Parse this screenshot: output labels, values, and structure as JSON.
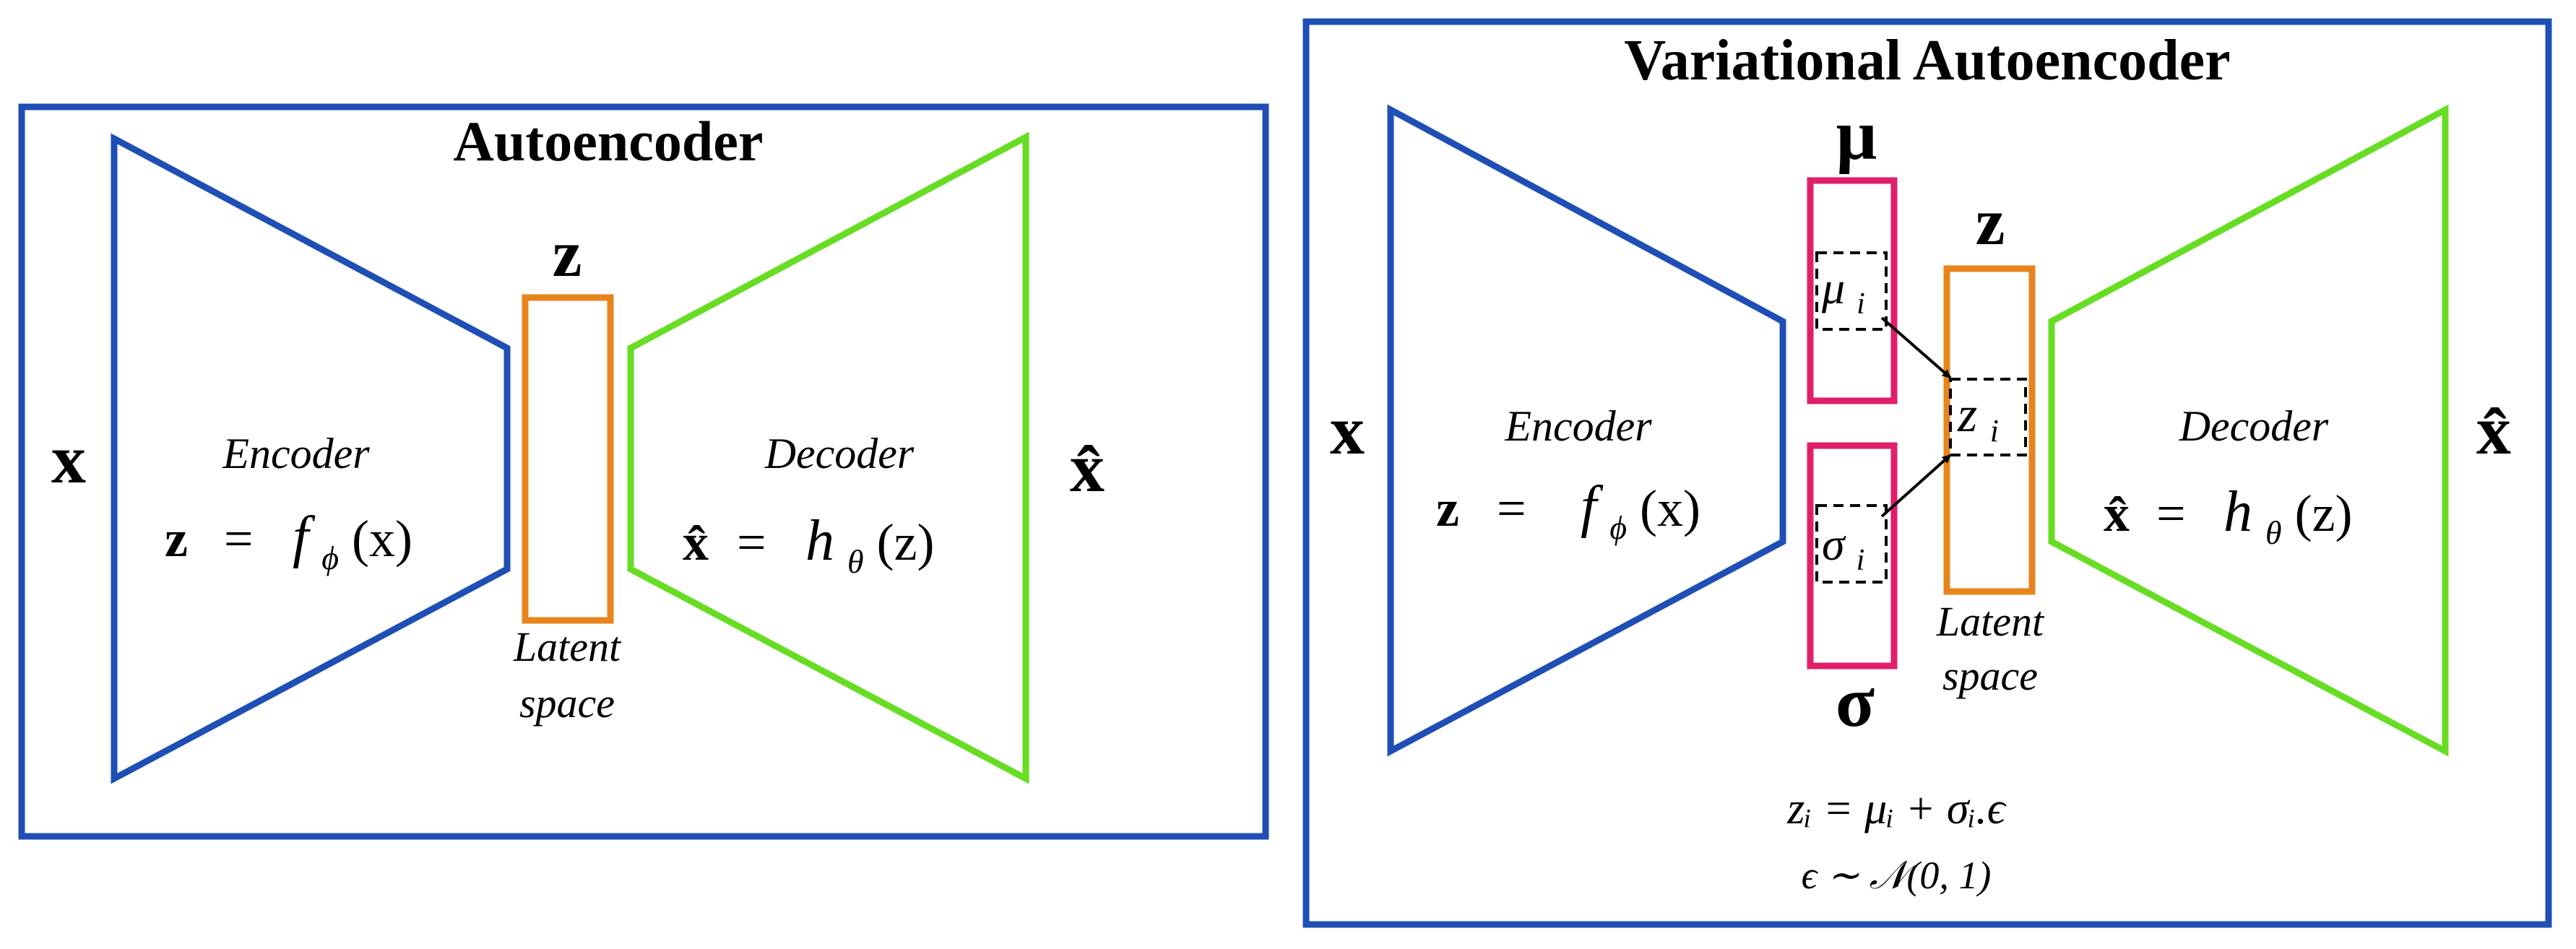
{
  "colors": {
    "frame": "#1f4fb5",
    "encoder": "#1f4fb5",
    "decoder": "#66dd22",
    "latent": "#e8841c",
    "distribution": "#e01f6a",
    "text": "#000000",
    "arrow": "#000000"
  },
  "autoencoder": {
    "title": "Autoencoder",
    "input_label": "x",
    "output_label": "x̂",
    "latent_label": "z",
    "encoder": {
      "label": "Encoder",
      "eq_lhs": "z",
      "eq_eq": "=",
      "eq_fn": "f",
      "eq_sub": "ϕ",
      "eq_arg": "(x)"
    },
    "decoder": {
      "label": "Decoder",
      "eq_lhs": "x̂",
      "eq_eq": "=",
      "eq_fn": "h",
      "eq_sub": "θ",
      "eq_arg": "(z)"
    },
    "latent_caption_1": "Latent",
    "latent_caption_2": "space"
  },
  "vae": {
    "title": "Variational Autoencoder",
    "input_label": "x",
    "output_label": "x̂",
    "latent_label": "z",
    "mu_label": "μ",
    "sigma_label": "σ",
    "mu_i": {
      "base": "μ",
      "sub": "i"
    },
    "sigma_i": {
      "base": "σ",
      "sub": "i"
    },
    "z_i": {
      "base": "z",
      "sub": "i"
    },
    "encoder": {
      "label": "Encoder",
      "eq_lhs": "z",
      "eq_eq": "=",
      "eq_fn": "f",
      "eq_sub": "ϕ",
      "eq_arg": "(x)"
    },
    "decoder": {
      "label": "Decoder",
      "eq_lhs": "x̂",
      "eq_eq": "=",
      "eq_fn": "h",
      "eq_sub": "θ",
      "eq_arg": "(z)"
    },
    "latent_caption_1": "Latent",
    "latent_caption_2": "space",
    "reparam_equation": "zᵢ = μᵢ + σᵢ.ϵ",
    "noise_equation": "ϵ ∼ 𝒩(0, 1)"
  }
}
